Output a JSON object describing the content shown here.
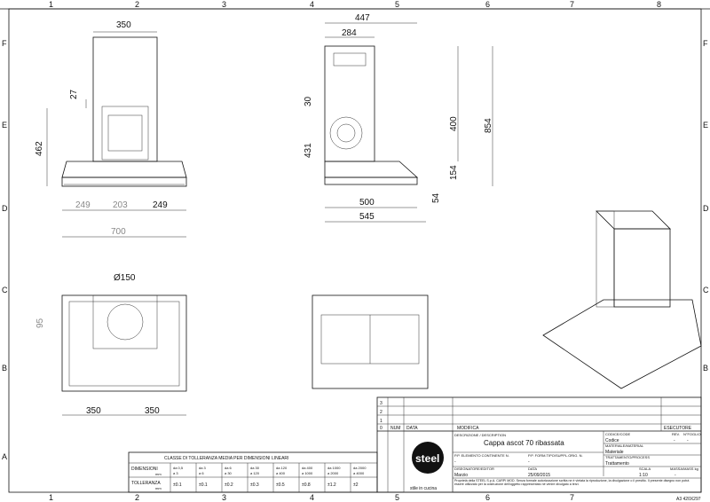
{
  "frame": {
    "top_columns": [
      "1",
      "2",
      "3",
      "4",
      "5",
      "6",
      "7",
      "8"
    ],
    "side_rows": [
      "F",
      "E",
      "D",
      "C",
      "B",
      "A"
    ]
  },
  "front_view": {
    "dims": {
      "chimney_width": "350",
      "height": "462",
      "offset": "27",
      "left": "249",
      "center": "203",
      "right": "249",
      "total": "700"
    }
  },
  "side_view": {
    "dims": {
      "top_total": "447",
      "top_chimney": "284",
      "offset": "30",
      "body": "431",
      "chimney": "400",
      "total_height": "854",
      "hood": "154",
      "lip": "54",
      "depth1": "500",
      "depth2": "545"
    }
  },
  "top_view": {
    "dims": {
      "diameter": "Ø150",
      "offset": "95",
      "left": "350",
      "right": "350"
    }
  },
  "tolerance_table": {
    "title": "CLASSE DI TOLLERANZA MEDIA PER DIMENSIONI LINEARI",
    "row1_label": "DIMENSIONI",
    "row1_unit": "mm",
    "row2_label": "TOLLERANZA",
    "row2_unit": "mm",
    "ranges": [
      {
        "a": "da 0,5",
        "b": "a 3",
        "tol": "±0.1"
      },
      {
        "a": "da 3",
        "b": "a 6",
        "tol": "±0.1"
      },
      {
        "a": "da 6",
        "b": "a 30",
        "tol": "±0.2"
      },
      {
        "a": "da 30",
        "b": "a 120",
        "tol": "±0.3"
      },
      {
        "a": "da 120",
        "b": "a 400",
        "tol": "±0.5"
      },
      {
        "a": "da 400",
        "b": "a 1000",
        "tol": "±0.8"
      },
      {
        "a": "da 1000",
        "b": "a 2000",
        "tol": "±1.2"
      },
      {
        "a": "da 2000",
        "b": "a 4000",
        "tol": "±2"
      }
    ]
  },
  "title_block": {
    "rev_rows": [
      "3",
      "2",
      "1",
      "0"
    ],
    "col_num": "NUM",
    "col_date": "DATA",
    "col_mod": "MODIFICA",
    "col_exec": "ESECUTORE",
    "desc_label": "DESCRIZIONE / DESCRIPTION",
    "description": "Cappa ascot 70 ribassata",
    "code_label": "CODICE/CODE",
    "code": "Codice",
    "rev_label": "REV.",
    "rev": "-",
    "foglio_label": "N°FOGLIO",
    "foglio": "-",
    "material_label": "MATERIALE/MATERIAL",
    "material": "Materiale",
    "treatment_label": "TRATTAMENTO/PROCESS",
    "treatment": "Trattamento",
    "elem_label": "P.P. ELEMENTO CONTINENTE N.",
    "elem_value": "-",
    "form_label": "P.P. FORM.TIPO/SUPPL.ORIG. N.",
    "form_value": "-",
    "author_label": "DISEGNATORE/EDITOR",
    "author": "Marzio",
    "date_label": "DATA",
    "date": "25/09/2015",
    "scale_label": "SCALA",
    "scale": "1:10",
    "weight_label": "MASSA/MASS kg",
    "weight": "-",
    "legal": "Proprietà della STEEL S.p.A. CARPI MOD. Senza formale autorizzazione scritta ne è vietata la riproduzione, la divulgazione o il prestito. Il presente disegno non potrà essere utilizzato per la costruzione dell'oggetto rappresentato né venire divulgato a terzi.",
    "logo_text": "steel",
    "logo_sub": "stile in cucina"
  },
  "sheet_format": "A3 420X297"
}
